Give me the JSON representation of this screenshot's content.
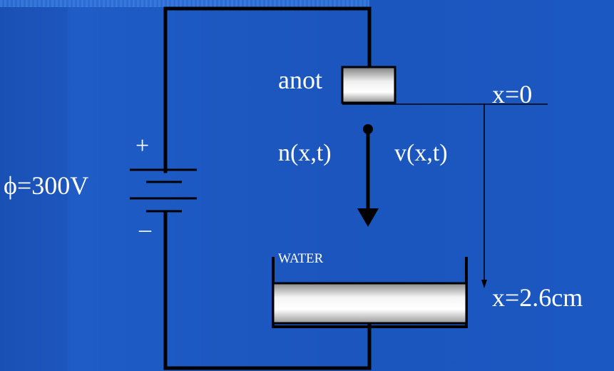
{
  "diagram": {
    "labels": {
      "anode": "anot",
      "x_top": "x=0",
      "plus": "+",
      "minus": "–",
      "voltage": "ϕ=300V",
      "density": "n(x,t)",
      "velocity": "v(x,t)",
      "water": "WATER",
      "x_bottom": "x=2.6cm"
    }
  }
}
